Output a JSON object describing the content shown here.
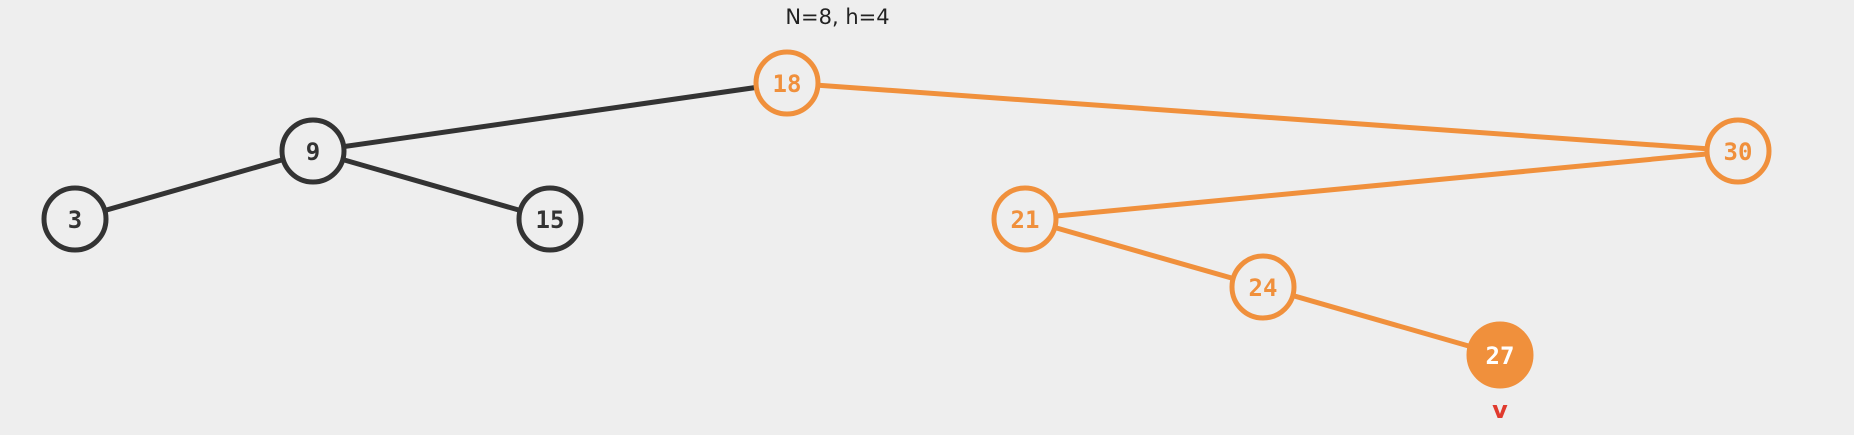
{
  "caption": "N=8, h=4",
  "colors": {
    "background": "#eeeeee",
    "default": "#333333",
    "highlight": "#f0903c",
    "node_fill": "#eeeeee",
    "active_text": "#ffffff",
    "marker": "#e03a2e"
  },
  "nodes": [
    {
      "id": "n18",
      "label": "18",
      "state": "highlight"
    },
    {
      "id": "n9",
      "label": "9",
      "state": "default"
    },
    {
      "id": "n3",
      "label": "3",
      "state": "default"
    },
    {
      "id": "n15",
      "label": "15",
      "state": "default"
    },
    {
      "id": "n30",
      "label": "30",
      "state": "highlight"
    },
    {
      "id": "n21",
      "label": "21",
      "state": "highlight"
    },
    {
      "id": "n24",
      "label": "24",
      "state": "highlight"
    },
    {
      "id": "n27",
      "label": "27",
      "state": "active"
    }
  ],
  "edges": [
    {
      "from": "n18",
      "to": "n9",
      "state": "default"
    },
    {
      "from": "n9",
      "to": "n3",
      "state": "default"
    },
    {
      "from": "n9",
      "to": "n15",
      "state": "default"
    },
    {
      "from": "n18",
      "to": "n30",
      "state": "highlight"
    },
    {
      "from": "n30",
      "to": "n21",
      "state": "highlight"
    },
    {
      "from": "n21",
      "to": "n24",
      "state": "highlight"
    },
    {
      "from": "n24",
      "to": "n27",
      "state": "highlight"
    }
  ],
  "marker": {
    "label": "v",
    "node": "n27"
  }
}
